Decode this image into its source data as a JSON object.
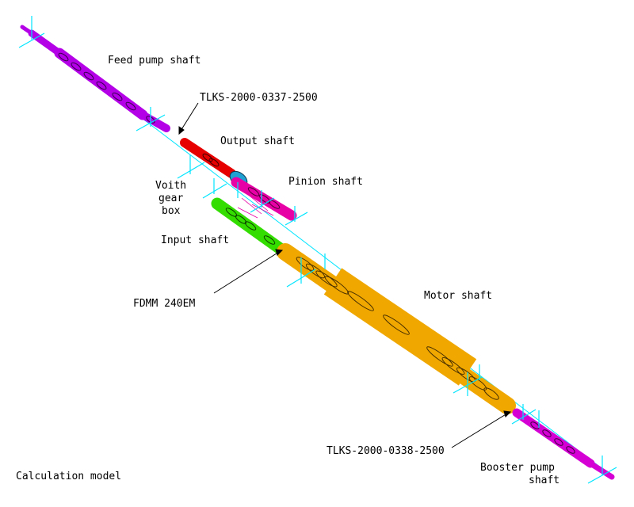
{
  "labels": {
    "feed_pump_shaft": "Feed pump shaft",
    "coupling_top": "TLKS-2000-0337-2500",
    "output_shaft": "Output shaft",
    "pinion_shaft": "Pinion shaft",
    "gearbox_line1": "Voith",
    "gearbox_line2": "gear",
    "gearbox_line3": "box",
    "input_shaft": "Input shaft",
    "coupling_mid": "FDMM 240EM",
    "motor_shaft": "Motor shaft",
    "coupling_bottom": "TLKS-2000-0338-2500",
    "booster_line1": "Booster pump",
    "booster_line2": "shaft",
    "model_caption": "Calculation model"
  },
  "colors": {
    "feed_pump": "#b300e6",
    "output": "#e60000",
    "coupling_blue": "#1fa0d0",
    "pinion": "#e600a6",
    "input": "#33dd00",
    "motor": "#f0a800",
    "booster": "#d400d4",
    "axis_ticks": "#00e5ff"
  }
}
